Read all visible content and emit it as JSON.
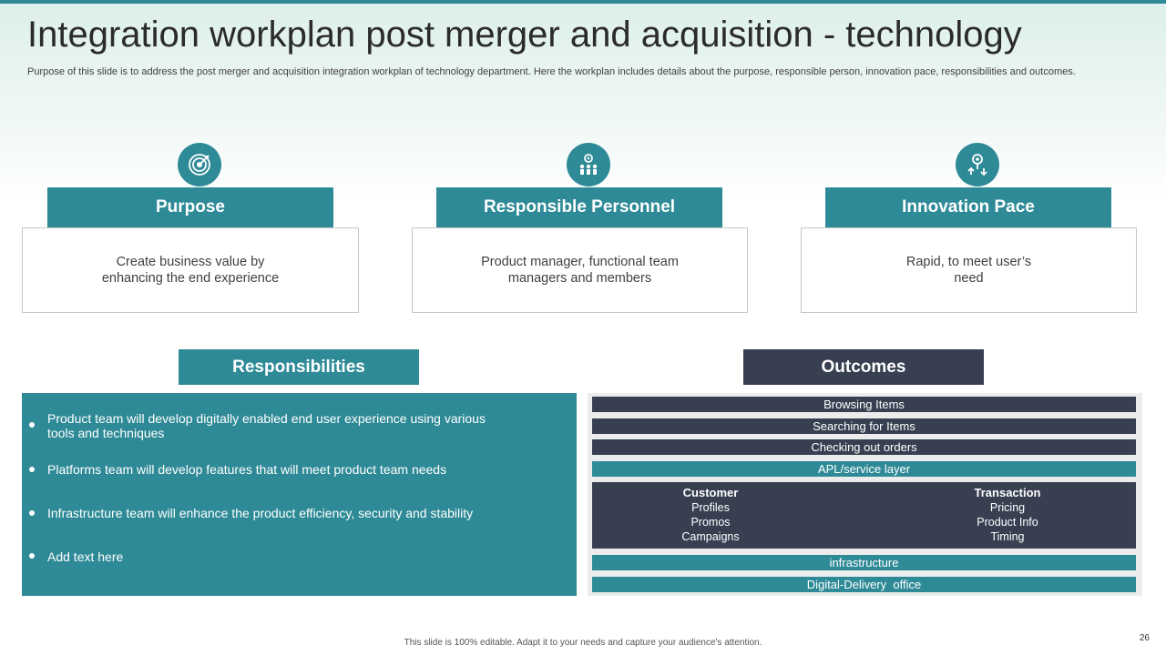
{
  "header": {
    "title": "Integration workplan post merger and acquisition - technology",
    "subtitle": "Purpose of this slide is to address the post merger and acquisition integration workplan of technology department. Here the workplan includes details about the purpose, responsible person, innovation pace, responsibilities and outcomes."
  },
  "cards": [
    {
      "icon": "target-icon",
      "title": "Purpose",
      "text": "Create business value by enhancing the end experience"
    },
    {
      "icon": "team-gear-icon",
      "title": "Responsible Personnel",
      "text": "Product manager, functional team managers and members"
    },
    {
      "icon": "innovation-icon",
      "title": "Innovation Pace",
      "text": "Rapid, to meet user’s need"
    }
  ],
  "responsibilities": {
    "title": "Responsibilities",
    "items": [
      "Product team will develop digitally enabled end user experience using various tools and techniques",
      "Platforms team will develop features that will meet product team needs",
      "Infrastructure team will enhance the product efficiency, security and stability",
      "Add text here"
    ]
  },
  "outcomes": {
    "title": "Outcomes",
    "bars_top": [
      "Browsing Items",
      "Searching for Items",
      "Checking out orders",
      "APL/service layer"
    ],
    "block": {
      "customer": {
        "title": "Customer",
        "items": [
          "Profiles",
          "Promos",
          "Campaigns"
        ]
      },
      "transaction": {
        "title": "Transaction",
        "items": [
          "Pricing",
          "Product Info",
          "Timing"
        ]
      }
    },
    "bars_bottom": [
      "infrastructure",
      "Digital-Delivery  office"
    ]
  },
  "colors": {
    "teal": "#2e8a96",
    "navy": "#373f51"
  },
  "footer": {
    "note": "This slide is 100% editable. Adapt it to your needs and capture your audience's attention.",
    "page": "26"
  }
}
